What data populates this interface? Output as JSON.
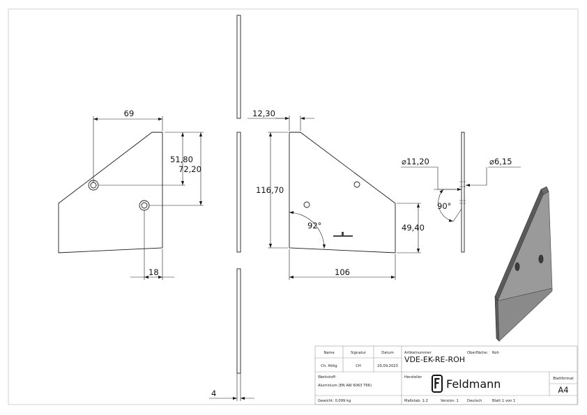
{
  "dimensions": {
    "d69": "69",
    "d51_80": "51,80",
    "d72_20": "72,20",
    "d18": "18",
    "d12_30": "12,30",
    "d116_70": "116,70",
    "d92deg": "92°",
    "d49_40": "49,40",
    "d106": "106",
    "d_dia_11_20": "11,20",
    "d_dia_6_15": "6,15",
    "d90deg": "90°",
    "d4": "4"
  },
  "diameter_symbol": "⌀",
  "title_block": {
    "headers": {
      "name": "Name",
      "signature": "Signatur",
      "date": "Datum"
    },
    "row": {
      "name": "Ch. Hölig",
      "signature": "CH",
      "date": "20.09.2023"
    },
    "article_label": "Artikelnummer",
    "article_number": "VDE-EK-RE-ROH",
    "surface_label": "Oberfläche:",
    "surface_value": "Roh",
    "material_label": "Werkstoff:",
    "material_value": "Aluminium (EN AW 6063 T66)",
    "manufacturer_label": "Hersteller",
    "logo_text": "Feldmann",
    "format_label": "Blattformat",
    "format_value": "A4",
    "weight": "Gewicht: 0,099 kg",
    "scale": "Maßstab: 1:2",
    "version": "Version: 1",
    "language": "Deutsch",
    "sheet": "Blatt 1 von 1"
  },
  "colors": {
    "line": "#1a1a1a",
    "border": "#c8c8c8",
    "iso_face": "#9a9a9a",
    "iso_edge": "#5a5a5a"
  }
}
